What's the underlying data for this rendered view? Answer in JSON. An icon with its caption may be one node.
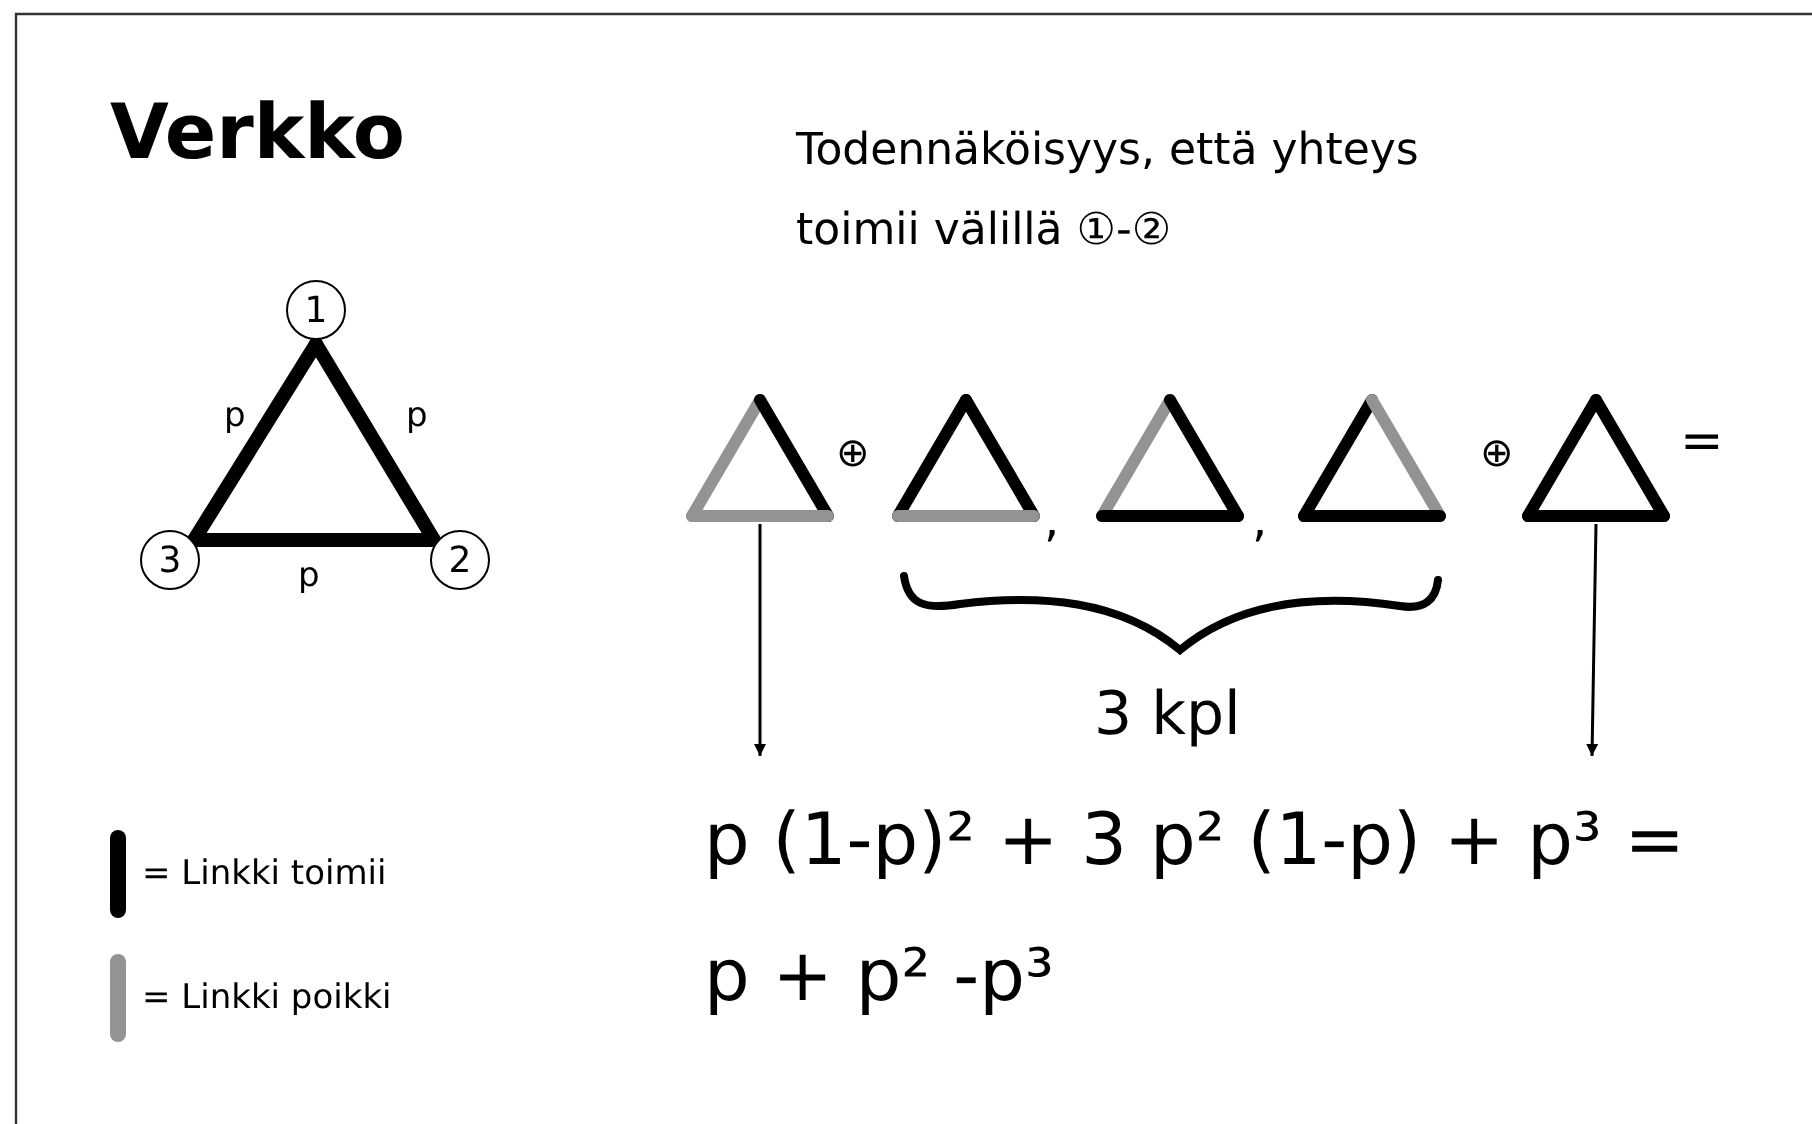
{
  "diagram": {
    "title": "Verkko",
    "nodes": [
      {
        "text": [
          "1"
        ]
      },
      {
        "text": [
          "2"
        ]
      },
      {
        "text": [
          "3"
        ]
      },
      {
        "text": [],
        "shape": "triangle"
      },
      {
        "text": [],
        "shape": "triangle"
      },
      {
        "text": [],
        "shape": "triangle"
      },
      {
        "text": [],
        "shape": "triangle"
      },
      {
        "text": [],
        "shape": "triangle"
      }
    ],
    "edges": [
      {
        "from": 0,
        "to": 2,
        "arrow": "none",
        "label": "p"
      },
      {
        "from": 0,
        "to": 1,
        "arrow": "none",
        "label": "p"
      },
      {
        "from": 2,
        "to": 1,
        "arrow": "none",
        "label": "p"
      },
      {
        "from": 3,
        "to": null,
        "arrow": "to"
      },
      {
        "from": 7,
        "to": null,
        "arrow": "to"
      }
    ],
    "labels": [
      "Todennäköisyys, että yhteys toimii välillä ①-②",
      "⊕",
      ",",
      ",",
      "⊕",
      "=",
      "3 kpl",
      "p (1-p)² + 3 p² (1-p) + p³ =",
      "p + p² -p³"
    ],
    "legend": [
      {
        "text": "= Linkki toimii",
        "color": "#000000"
      },
      {
        "text": "= Linkki poikki",
        "color": "#939393"
      }
    ]
  }
}
